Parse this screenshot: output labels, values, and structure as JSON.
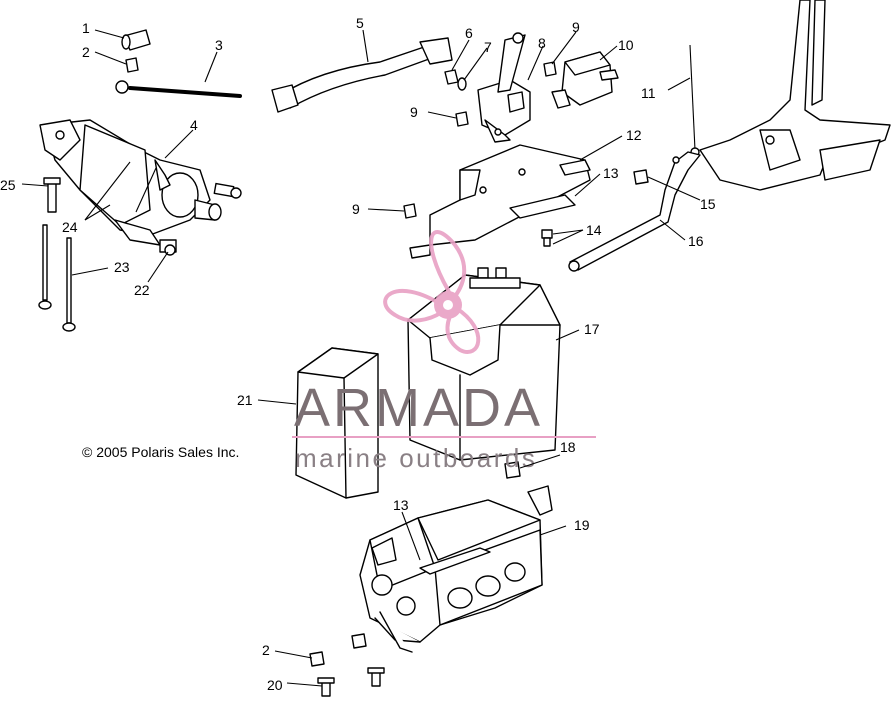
{
  "copyright": "© 2005 Polaris Sales Inc.",
  "watermark": {
    "brand": "ARMADA",
    "tagline": "marine outboards",
    "accent_color": "#e8a0c4"
  },
  "callouts": {
    "c1": "1",
    "c2a": "2",
    "c2b": "2",
    "c3": "3",
    "c4": "4",
    "c5": "5",
    "c6": "6",
    "c7": "7",
    "c8": "8",
    "c9a": "9",
    "c9b": "9",
    "c9c": "9",
    "c10": "10",
    "c11": "11",
    "c12": "12",
    "c13a": "13",
    "c13b": "13",
    "c14": "14",
    "c15": "15",
    "c16": "16",
    "c17": "17",
    "c18": "18",
    "c19": "19",
    "c20": "20",
    "c21": "21",
    "c22": "22",
    "c23": "23",
    "c24": "24",
    "c25": "25"
  }
}
